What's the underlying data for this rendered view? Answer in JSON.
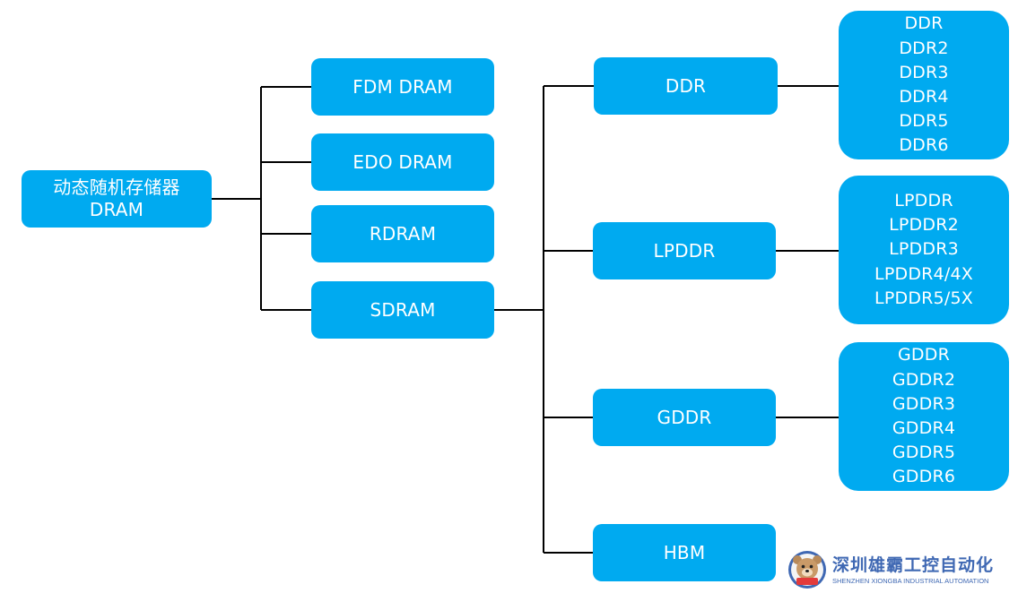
{
  "colors": {
    "node_fill": "#00aaf0",
    "node_text": "#ffffff",
    "connector": "#000000",
    "logo_text": "#3f68b3"
  },
  "root": {
    "lines": [
      "动态随机存储器",
      "DRAM"
    ]
  },
  "level1": {
    "fdm": "FDM DRAM",
    "edo": "EDO DRAM",
    "rdram": "RDRAM",
    "sdram": "SDRAM"
  },
  "level2": {
    "ddr": "DDR",
    "lpddr": "LPDDR",
    "gddr": "GDDR",
    "hbm": "HBM"
  },
  "ddr_generations": [
    "DDR",
    "DDR2",
    "DDR3",
    "DDR4",
    "DDR5",
    "DDR6"
  ],
  "lpddr_generations": [
    "LPDDR",
    "LPDDR2",
    "LPDDR3",
    "LPDDR4/4X",
    "LPDDR5/5X"
  ],
  "gddr_generations": [
    "GDDR",
    "GDDR2",
    "GDDR3",
    "GDDR4",
    "GDDR5",
    "GDDR6"
  ],
  "watermark": {
    "name": "深圳雄霸工控自动化",
    "subtitle": "SHENZHEN XIONGBA INDUSTRIAL AUTOMATION",
    "icon": "bear-mascot-icon"
  }
}
